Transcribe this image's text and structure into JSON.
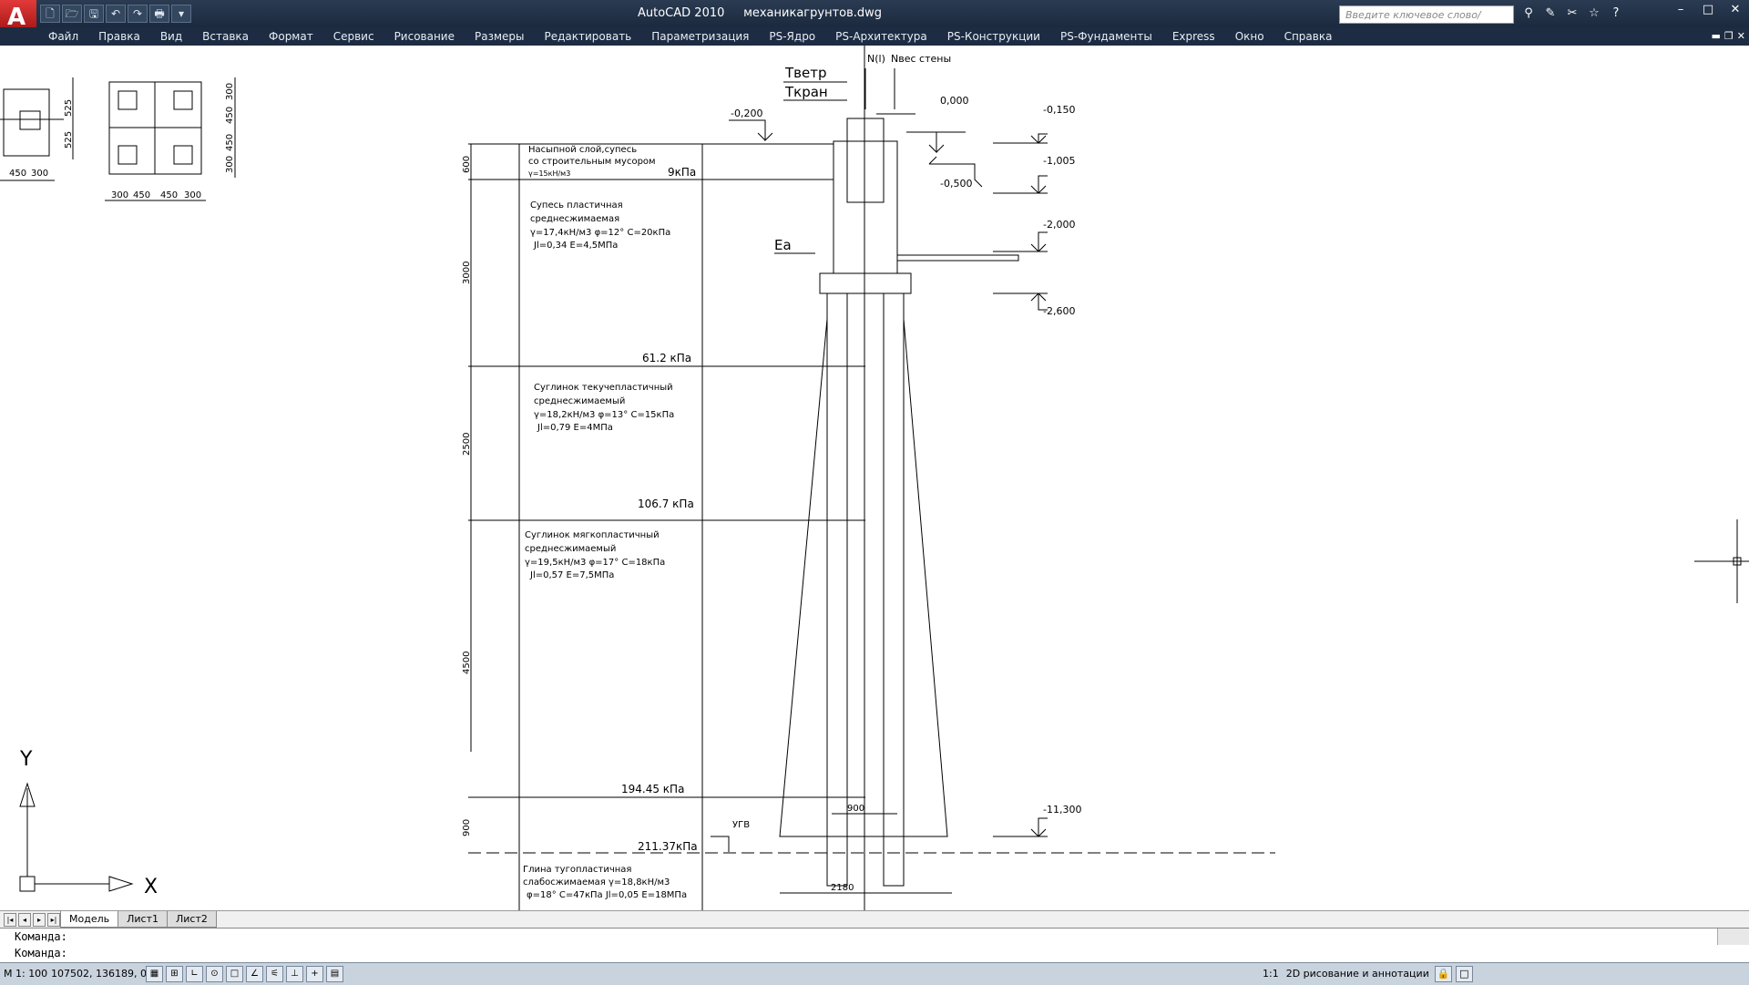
{
  "app": {
    "title": "AutoCAD 2010",
    "filename": "механикагрунтов.dwg",
    "logo_letter": "A",
    "search_placeholder": "Введите ключевое слово/фразу"
  },
  "quick_access": [
    "🗋",
    "🗁",
    "🖫",
    "↶",
    "↷",
    "🖶",
    "▾"
  ],
  "window_controls": [
    "–",
    "□",
    "✕"
  ],
  "menu": [
    "Файл",
    "Правка",
    "Вид",
    "Вставка",
    "Формат",
    "Сервис",
    "Рисование",
    "Размеры",
    "Редактировать",
    "Параметризация",
    "PS-Ядро",
    "PS-Архитектура",
    "PS-Конструкции",
    "PS-Фундаменты",
    "Express",
    "Окно",
    "Справка"
  ],
  "drawing": {
    "loads": {
      "n": "N(l)",
      "n_wall": "Nвес стены",
      "t_wind": "Твeтр",
      "t_crane": "Ткран",
      "ea": "Еа"
    },
    "elevations": [
      "-0,200",
      "0,000",
      "-0,150",
      "-1,005",
      "-0,500",
      "-2,000",
      "-2,600",
      "-11,300"
    ],
    "layers": [
      {
        "l1": "Насыпной слой,супесь",
        "l2": "со строительным мусором",
        "l3": "γ=15кН/м3",
        "l4": ""
      },
      {
        "l1": "Супесь пластичная",
        "l2": "среднесжимаемая",
        "l3": "γ=17,4кН/м3 φ=12° С=20кПа",
        "l4": "Jl=0,34 Е=4,5МПа"
      },
      {
        "l1": "Суглинок текучепластичный",
        "l2": "среднесжимаемый",
        "l3": "γ=18,2кН/м3 φ=13° С=15кПа",
        "l4": "Jl=0,79 Е=4МПа"
      },
      {
        "l1": "Суглинок мягкопластичный",
        "l2": "среднесжимаемый",
        "l3": "γ=19,5кН/м3 φ=17° С=18кПа",
        "l4": "Jl=0,57 Е=7,5МПа"
      },
      {
        "l1": "Глина тугопластичная",
        "l2": "слабосжимаемая γ=18,8кН/м3",
        "l3": "φ=18° С=47кПа Jl=0,05 Е=18МПа",
        "l4": ""
      }
    ],
    "pressures": [
      "9кПа",
      "61.2  кПа",
      "106.7  кПа",
      "194.45  кПа",
      "211.37кПа"
    ],
    "thicknesses": [
      "600",
      "3000",
      "2500",
      "4500",
      "900"
    ],
    "dims": {
      "d900": "900",
      "d2180": "2180",
      "ugv": "УГВ"
    },
    "plan_dims_left": {
      "d1": "525",
      "d2": "525",
      "d3": "450",
      "d4": "300"
    },
    "plan_dims_right": {
      "v1": "300",
      "v2": "450",
      "v3": "450",
      "v4": "300",
      "h1": "300",
      "h2": "450",
      "h3": "450",
      "h4": "300"
    },
    "ucs": {
      "x": "X",
      "y": "Y"
    }
  },
  "tabs": [
    "Модель",
    "Лист1",
    "Лист2"
  ],
  "tab_nav": [
    "|◂",
    "◂",
    "▸",
    "▸|"
  ],
  "command_lines": [
    "Команда:",
    "Команда:"
  ],
  "status": {
    "scale": "М 1: 100",
    "coords": "107502, 136189, 0",
    "buttons": [
      "▦",
      "⊞",
      "∟",
      "⊙",
      "□",
      "∠",
      "⚟",
      "⊥",
      "+",
      "▤"
    ],
    "annotation_scale": "1:1",
    "workspace": "2D рисование и аннотации",
    "right_icons": [
      "▣",
      "▥",
      "⚙",
      "🔍",
      "◎",
      "▦",
      "⊞"
    ]
  }
}
